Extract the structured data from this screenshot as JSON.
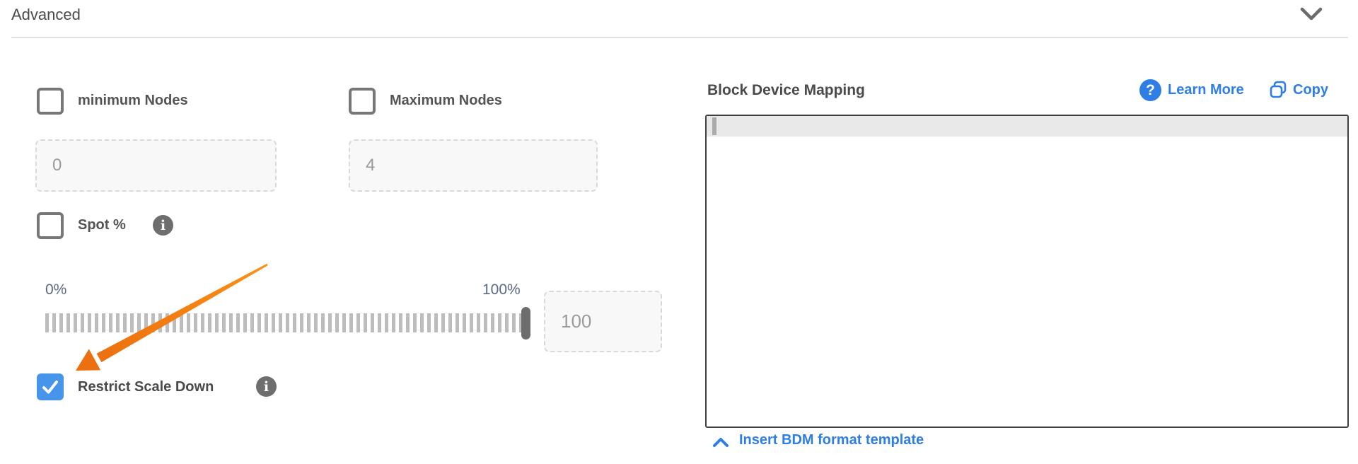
{
  "header": {
    "title": "Advanced"
  },
  "form": {
    "minimum_nodes": {
      "label": "minimum Nodes",
      "checked": false,
      "value": "0"
    },
    "maximum_nodes": {
      "label": "Maximum Nodes",
      "checked": false,
      "value": "4"
    },
    "spot": {
      "label": "Spot %",
      "checked": false
    },
    "spot_slider": {
      "min_label": "0%",
      "max_label": "100%",
      "value": "100",
      "position_pct": 100
    },
    "restrict_scale_down": {
      "label": "Restrict Scale Down",
      "checked": true
    }
  },
  "bdm": {
    "title": "Block Device Mapping",
    "learn_more_label": "Learn More",
    "copy_label": "Copy",
    "editor_content": "",
    "insert_template_label": "Insert BDM format template"
  },
  "icons": {
    "info_glyph": "i",
    "question_glyph": "?"
  },
  "colors": {
    "link_blue": "#2e7ee6",
    "checkbox_checked_blue": "#4795ea",
    "arrow_orange": "#f2761c",
    "info_icon_gray": "#6e6e6e",
    "slider_label_blue_gray": "#5a6985",
    "editor_border": "#3f3f3f",
    "editor_highlight": "#e9e9e9"
  }
}
